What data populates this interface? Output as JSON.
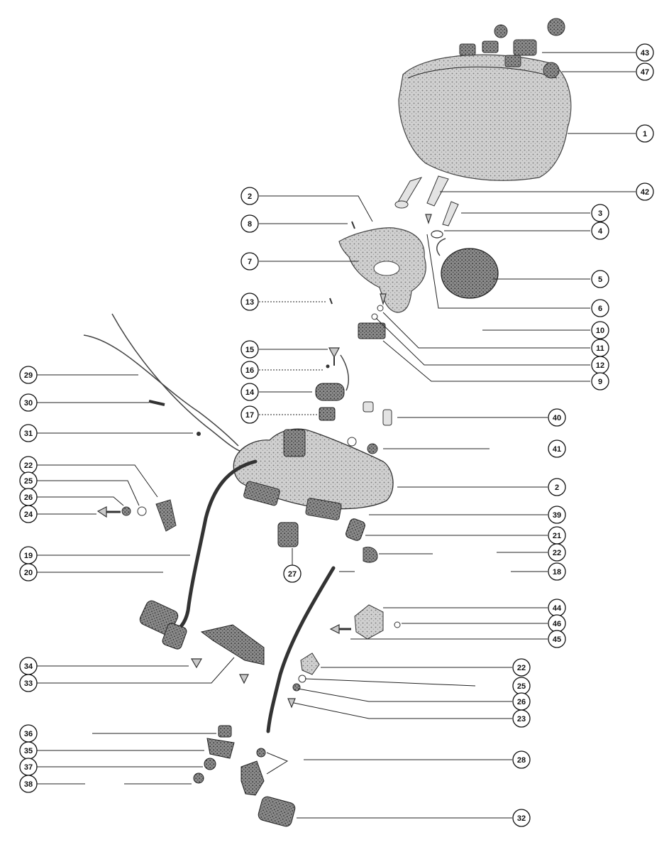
{
  "callouts": [
    {
      "id": "c43",
      "label": "43"
    },
    {
      "id": "c47",
      "label": "47"
    },
    {
      "id": "c1",
      "label": "1"
    },
    {
      "id": "c42",
      "label": "42"
    },
    {
      "id": "c2a",
      "label": "2"
    },
    {
      "id": "c8",
      "label": "8"
    },
    {
      "id": "c3",
      "label": "3"
    },
    {
      "id": "c4",
      "label": "4"
    },
    {
      "id": "c7",
      "label": "7"
    },
    {
      "id": "c5",
      "label": "5"
    },
    {
      "id": "c13",
      "label": "13"
    },
    {
      "id": "c6",
      "label": "6"
    },
    {
      "id": "c10",
      "label": "10"
    },
    {
      "id": "c11",
      "label": "11"
    },
    {
      "id": "c15",
      "label": "15"
    },
    {
      "id": "c12",
      "label": "12"
    },
    {
      "id": "c29",
      "label": "29"
    },
    {
      "id": "c16",
      "label": "16"
    },
    {
      "id": "c9",
      "label": "9"
    },
    {
      "id": "c14",
      "label": "14"
    },
    {
      "id": "c30",
      "label": "30"
    },
    {
      "id": "c17",
      "label": "17"
    },
    {
      "id": "c40",
      "label": "40"
    },
    {
      "id": "c31",
      "label": "31"
    },
    {
      "id": "c41",
      "label": "41"
    },
    {
      "id": "c22a",
      "label": "22"
    },
    {
      "id": "c25a",
      "label": "25"
    },
    {
      "id": "c2b",
      "label": "2"
    },
    {
      "id": "c26a",
      "label": "26"
    },
    {
      "id": "c24",
      "label": "24"
    },
    {
      "id": "c39",
      "label": "39"
    },
    {
      "id": "c21",
      "label": "21"
    },
    {
      "id": "c19",
      "label": "19"
    },
    {
      "id": "c22b",
      "label": "22"
    },
    {
      "id": "c20",
      "label": "20"
    },
    {
      "id": "c27",
      "label": "27"
    },
    {
      "id": "c18",
      "label": "18"
    },
    {
      "id": "c44",
      "label": "44"
    },
    {
      "id": "c46",
      "label": "46"
    },
    {
      "id": "c45",
      "label": "45"
    },
    {
      "id": "c34",
      "label": "34"
    },
    {
      "id": "c22c",
      "label": "22"
    },
    {
      "id": "c33",
      "label": "33"
    },
    {
      "id": "c25b",
      "label": "25"
    },
    {
      "id": "c26b",
      "label": "26"
    },
    {
      "id": "c23",
      "label": "23"
    },
    {
      "id": "c36",
      "label": "36"
    },
    {
      "id": "c35",
      "label": "35"
    },
    {
      "id": "c28",
      "label": "28"
    },
    {
      "id": "c37",
      "label": "37"
    },
    {
      "id": "c38",
      "label": "38"
    },
    {
      "id": "c32",
      "label": "32"
    }
  ]
}
